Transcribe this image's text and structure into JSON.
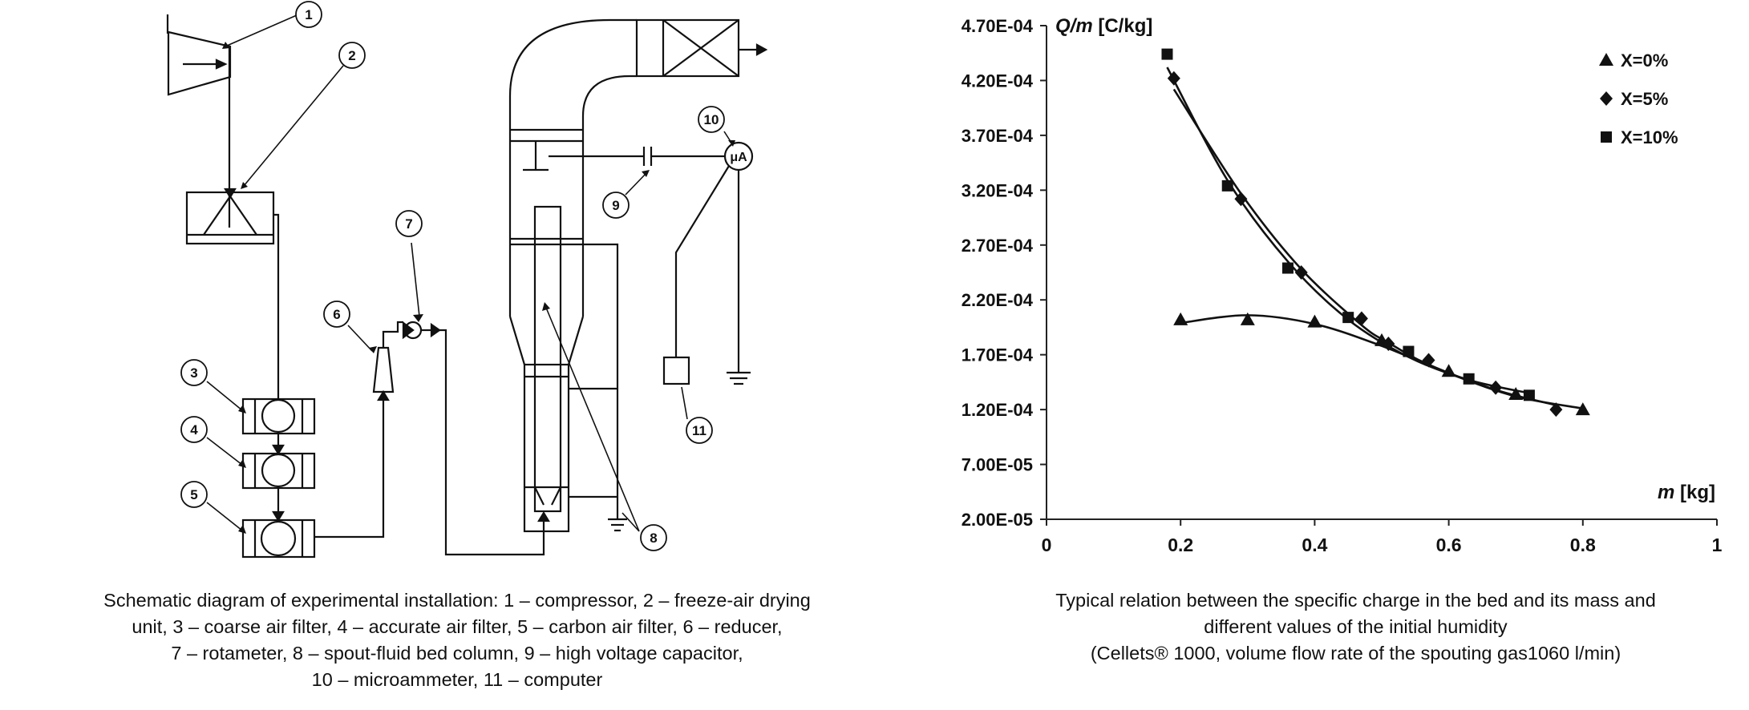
{
  "diagram": {
    "callouts": [
      "1",
      "2",
      "3",
      "4",
      "5",
      "6",
      "7",
      "8",
      "9",
      "10",
      "11"
    ],
    "meter_label": "μA"
  },
  "captions": {
    "left": [
      "Schematic diagram of experimental installation: 1 – compressor, 2 – freeze-air drying",
      "unit, 3 – coarse air filter, 4 – accurate air filter, 5 – carbon air filter, 6 – reducer,",
      "7 – rotameter, 8 – spout-fluid bed column, 9 – high voltage capacitor,",
      "10 – microammeter, 11 – computer"
    ],
    "right": [
      "Typical relation between the specific charge in the bed and its mass and",
      "different values of the initial humidity",
      "(Cellets® 1000, volume flow rate of the spouting gas1060 l/min)"
    ]
  },
  "chart_data": {
    "type": "scatter",
    "ylabel": "Q/m [C/kg]",
    "xlabel": "m [kg]",
    "xlim": [
      0,
      1
    ],
    "ylim": [
      2e-05,
      0.00047
    ],
    "x_ticks": [
      "0",
      "0.2",
      "0.4",
      "0.6",
      "0.8",
      "1"
    ],
    "x_tick_values": [
      0,
      0.2,
      0.4,
      0.6,
      0.8,
      1
    ],
    "y_ticks": [
      "2.00E-05",
      "7.00E-05",
      "1.20E-04",
      "1.70E-04",
      "2.20E-04",
      "2.70E-04",
      "3.20E-04",
      "3.70E-04",
      "4.20E-04",
      "4.70E-04"
    ],
    "y_tick_values": [
      2e-05,
      7e-05,
      0.00012,
      0.00017,
      0.00022,
      0.00027,
      0.00032,
      0.00037,
      0.00042,
      0.00047
    ],
    "grid": false,
    "legend_position": "top-right",
    "series": [
      {
        "name": "X=0%",
        "marker": "triangle",
        "x": [
          0.2,
          0.3,
          0.4,
          0.5,
          0.6,
          0.7,
          0.8
        ],
        "y": [
          0.000202,
          0.000202,
          0.0002,
          0.000183,
          0.000155,
          0.000134,
          0.00012
        ],
        "fit": [
          0.000199,
          0.000206,
          0.000198,
          0.000178,
          0.000153,
          0.000132,
          0.000121
        ]
      },
      {
        "name": "X=5%",
        "marker": "diamond",
        "x": [
          0.19,
          0.29,
          0.38,
          0.47,
          0.51,
          0.57,
          0.67,
          0.76
        ],
        "y": [
          0.000422,
          0.000312,
          0.000245,
          0.000203,
          0.00018,
          0.000165,
          0.00014,
          0.00012
        ],
        "fit": [
          0.000412,
          0.000317,
          0.000248,
          0.000197,
          0.000181,
          0.000161,
          0.000138,
          0.000124
        ]
      },
      {
        "name": "X=10%",
        "marker": "square",
        "x": [
          0.18,
          0.27,
          0.36,
          0.45,
          0.54,
          0.63,
          0.72
        ],
        "y": [
          0.000444,
          0.000324,
          0.000249,
          0.000204,
          0.000173,
          0.000148,
          0.000133
        ],
        "fit": [
          0.000432,
          0.000329,
          0.000255,
          0.000202,
          0.000168,
          0.000147,
          0.000135
        ]
      }
    ]
  }
}
